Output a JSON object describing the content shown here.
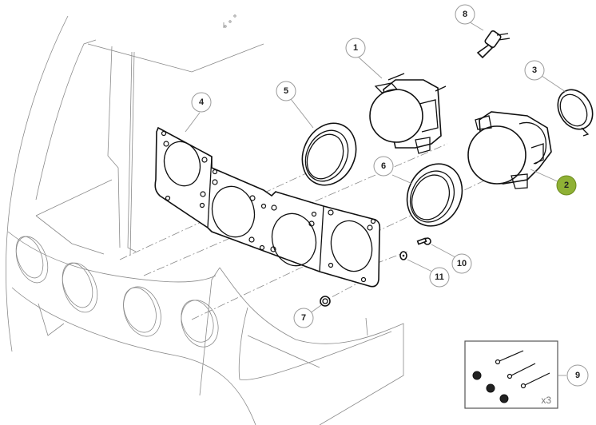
{
  "diagram": {
    "title": "Headlamp assembly exploded view",
    "selected_callout": "2",
    "highlight_color": "#8fb135",
    "callouts": [
      {
        "id": "1",
        "label": "1",
        "part": "headlamp-left"
      },
      {
        "id": "2",
        "label": "2",
        "part": "headlamp-right"
      },
      {
        "id": "3",
        "label": "3",
        "part": "clamp-ring"
      },
      {
        "id": "4",
        "label": "4",
        "part": "mounting-gasket-plate"
      },
      {
        "id": "5",
        "label": "5",
        "part": "bezel-ring"
      },
      {
        "id": "6",
        "label": "6",
        "part": "bezel-ring"
      },
      {
        "id": "7",
        "label": "7",
        "part": "nut"
      },
      {
        "id": "8",
        "label": "8",
        "part": "bulb"
      },
      {
        "id": "9",
        "label": "9",
        "part": "fastener-kit"
      },
      {
        "id": "10",
        "label": "10",
        "part": "screw"
      },
      {
        "id": "11",
        "label": "11",
        "part": "washer"
      }
    ],
    "kit": {
      "quantity_label": "x3"
    }
  }
}
